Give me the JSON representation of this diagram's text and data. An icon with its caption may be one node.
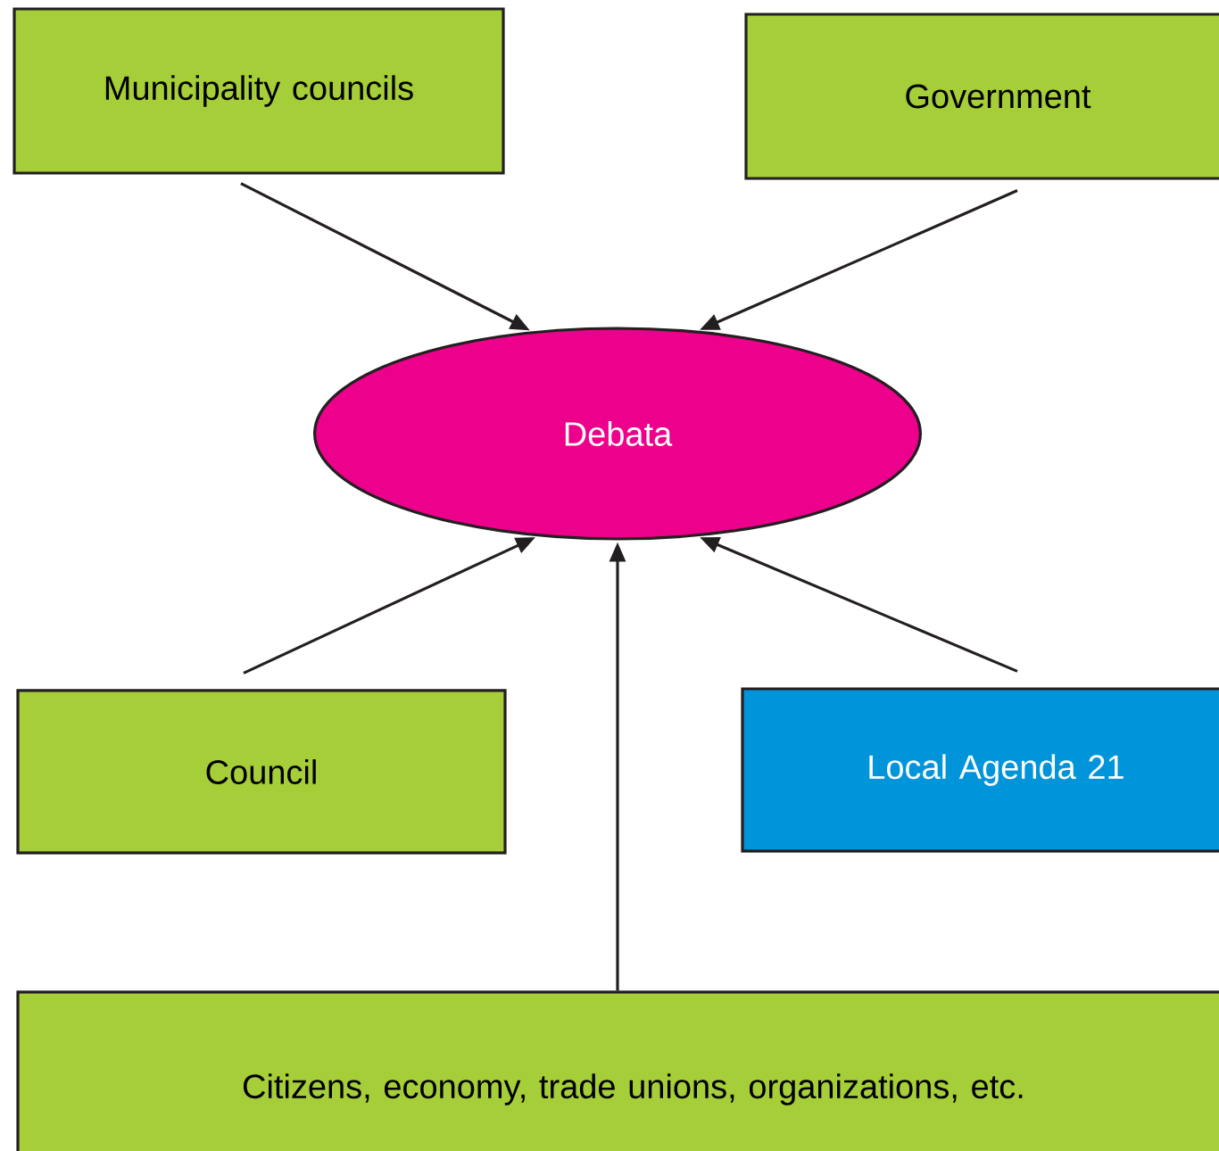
{
  "diagram": {
    "nodes": [
      {
        "text": [
          "Municipality councils"
        ]
      },
      {
        "text": [
          "Government"
        ]
      },
      {
        "text": [
          "Debata"
        ]
      },
      {
        "text": [
          "Council"
        ]
      },
      {
        "text": [
          "Local Agenda 21"
        ]
      },
      {
        "text": [
          "Citizens, economy, trade unions, organizations, etc."
        ]
      }
    ],
    "edges": [
      {
        "from": 0,
        "to": 2,
        "arrow": "to"
      },
      {
        "from": 1,
        "to": 2,
        "arrow": "to"
      },
      {
        "from": 3,
        "to": 2,
        "arrow": "to"
      },
      {
        "from": 4,
        "to": 2,
        "arrow": "to"
      },
      {
        "from": 5,
        "to": 2,
        "arrow": "to"
      }
    ]
  }
}
